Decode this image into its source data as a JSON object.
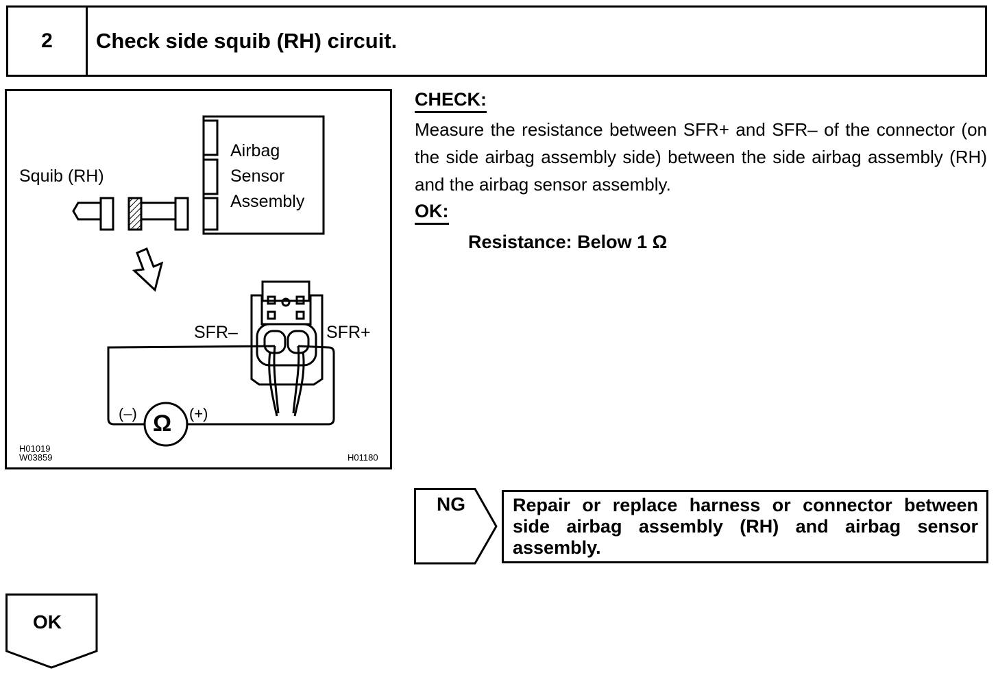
{
  "step": {
    "number": "2",
    "title": "Check side squib (RH) circuit."
  },
  "figure": {
    "squib_label": "Squib (RH)",
    "sensor_label_lines": [
      "Airbag",
      "Sensor",
      "Assembly"
    ],
    "terminal_minus": "SFR–",
    "terminal_plus": "SFR+",
    "meter_minus": "(–)",
    "meter_plus": "(+)",
    "meter_symbol": "Ω",
    "codes_left": [
      "H01019",
      "W03859"
    ],
    "code_right": "H01180"
  },
  "check": {
    "heading": "CHECK:",
    "instruction": "Measure the resistance between SFR+ and SFR– of the connector (on the side airbag assembly side) between the side airbag assembly (RH) and the airbag sensor assembly.",
    "ok_heading": "OK:",
    "spec": "Resistance: Below 1 Ω"
  },
  "ng": {
    "label": "NG",
    "action": "Repair or replace harness or connector between side airbag assembly (RH) and airbag sensor assembly."
  },
  "ok": {
    "label": "OK"
  }
}
